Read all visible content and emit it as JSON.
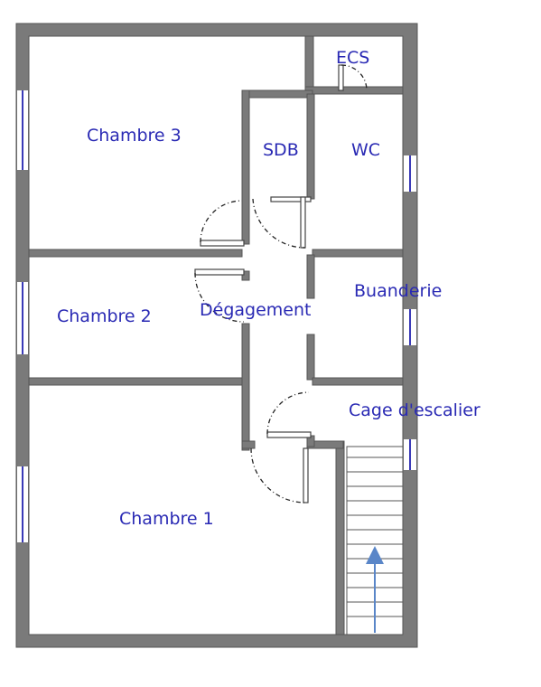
{
  "rooms": {
    "ecs": "ECS",
    "chambre3": "Chambre 3",
    "sdb": "SDB",
    "wc": "WC",
    "buanderie": "Buanderie",
    "chambre2": "Chambre 2",
    "degagement": "Dégagement",
    "cage_escalier": "Cage d'escalier",
    "chambre1": "Chambre 1"
  },
  "colors": {
    "label": "#2a2ab4",
    "wall": "#7a7a7a",
    "window": "#3a3ab8",
    "stair_arrow": "#5a86c8"
  }
}
